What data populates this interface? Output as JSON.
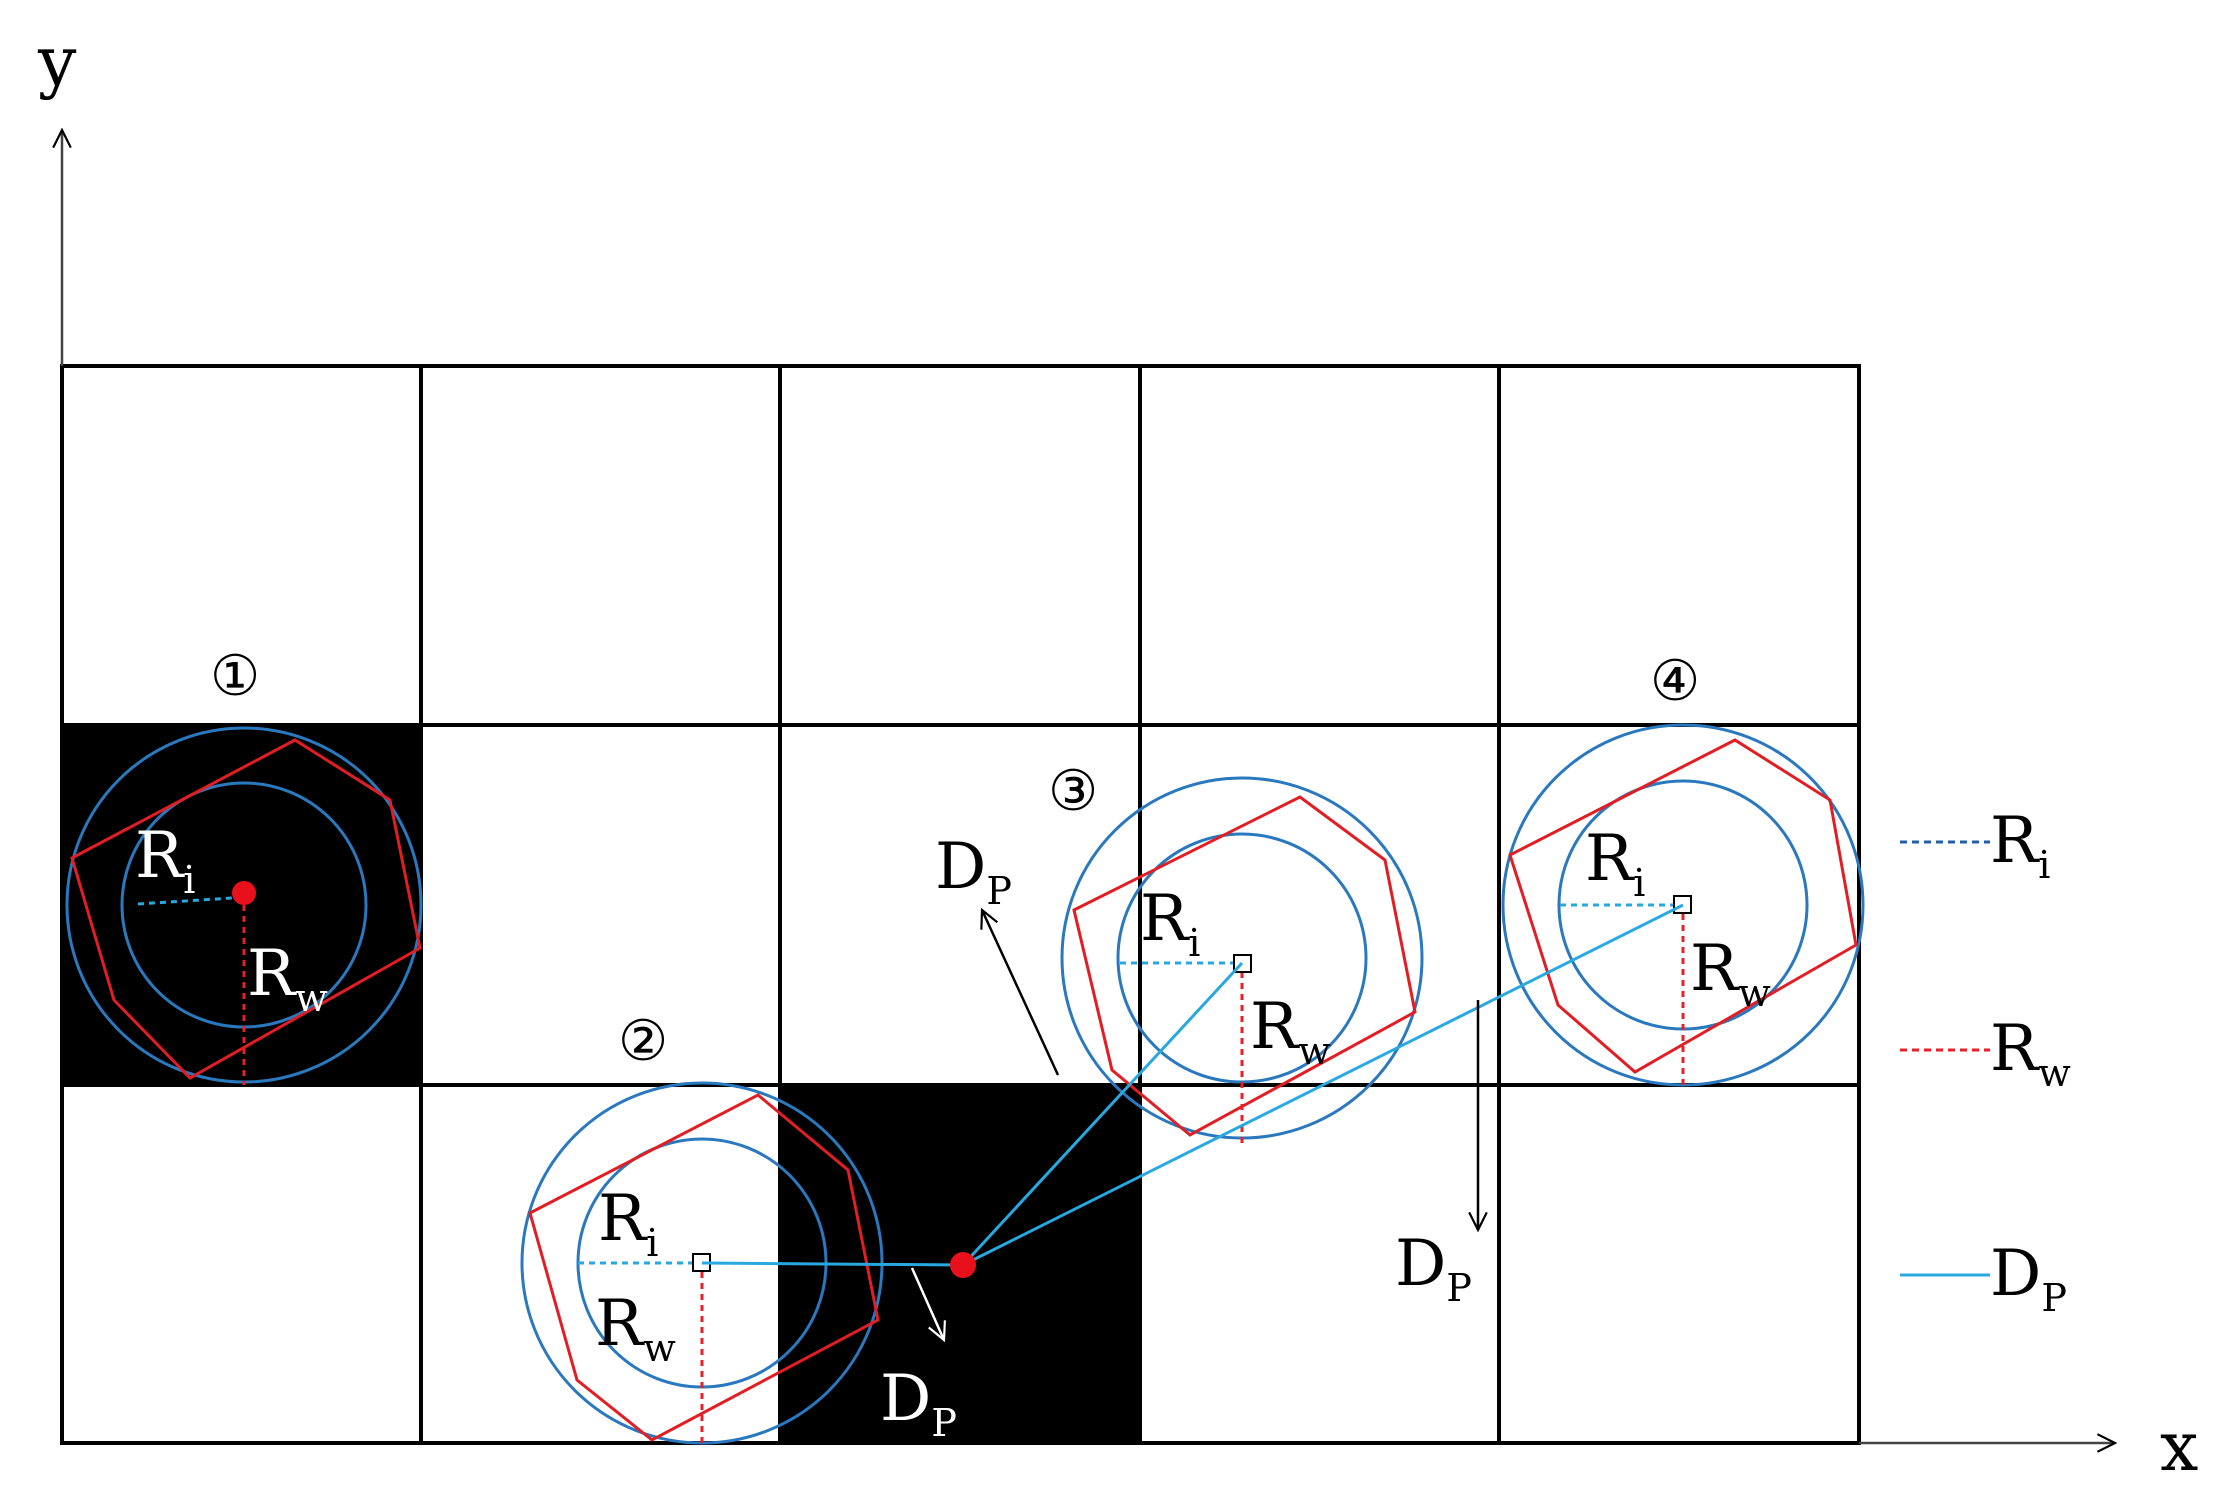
{
  "axes": {
    "x_label": "x",
    "y_label": "y"
  },
  "grid": {
    "rows": 3,
    "cols": 5,
    "filled_cells": [
      "row2-col1",
      "row3-col3"
    ]
  },
  "markers": [
    "①",
    "②",
    "③",
    "④"
  ],
  "labels": {
    "ri_main": "R",
    "ri_sub": "i",
    "rw_main": "R",
    "rw_sub": "w",
    "dp_main": "D",
    "dp_sub": "P"
  },
  "legend": {
    "ri": {
      "main": "R",
      "sub": "i"
    },
    "rw": {
      "main": "R",
      "sub": "w"
    },
    "dp": {
      "main": "D",
      "sub": "P"
    }
  },
  "colors": {
    "inner_radius": "#1f5fa8",
    "outer_radius": "#e8202a",
    "distance": "#29a8e0",
    "circles": "#2a78bd",
    "polygons": "#e01e24",
    "cell_fill": "#000000",
    "center_point": "#e8101a"
  }
}
